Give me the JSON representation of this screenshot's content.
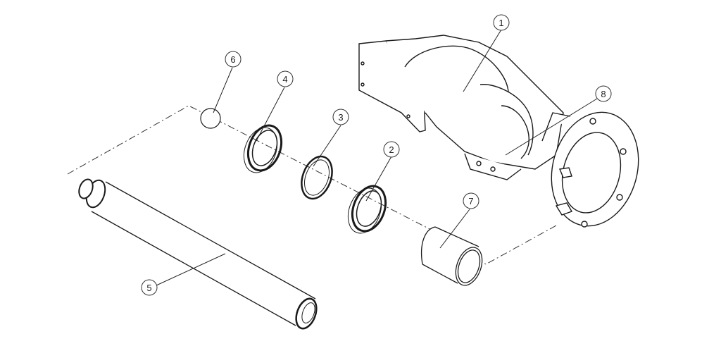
{
  "diagram": {
    "type": "exploded-assembly-drawing",
    "balloons": [
      {
        "id": "1",
        "label": "1"
      },
      {
        "id": "2",
        "label": "2"
      },
      {
        "id": "3",
        "label": "3"
      },
      {
        "id": "4",
        "label": "4"
      },
      {
        "id": "5",
        "label": "5"
      },
      {
        "id": "6",
        "label": "6"
      },
      {
        "id": "7",
        "label": "7"
      },
      {
        "id": "8",
        "label": "8"
      }
    ],
    "colors": {
      "line": "#1a1a1a",
      "background": "#ffffff",
      "balloon_stroke": "#333333"
    }
  }
}
